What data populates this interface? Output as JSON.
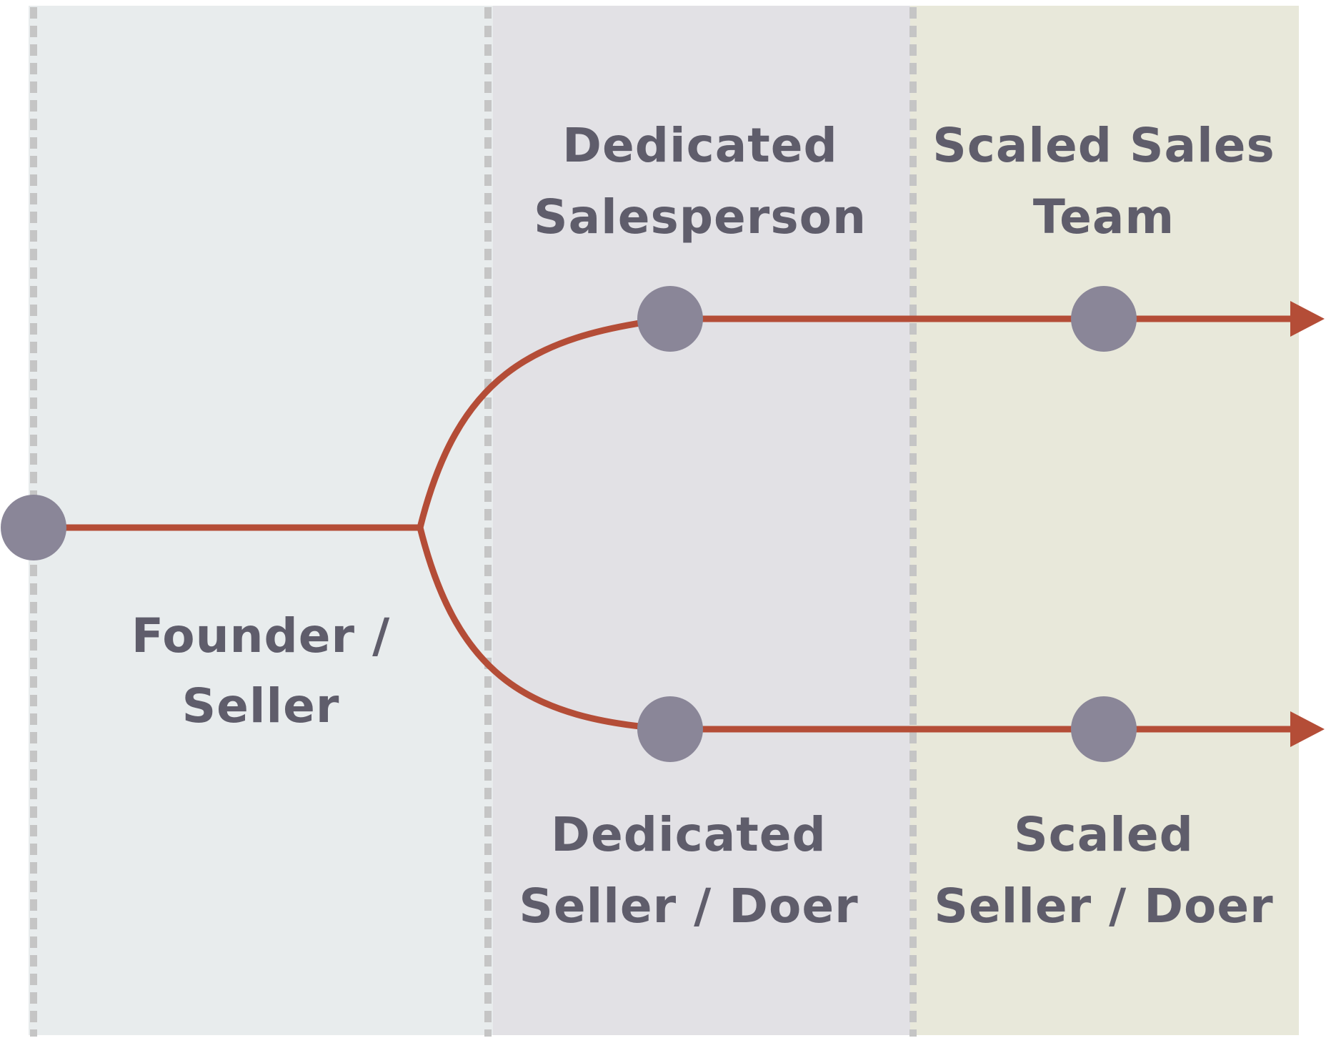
{
  "diagram": {
    "colors": {
      "stage1_bg": "#e8eced",
      "stage2_bg": "#e2e1e5",
      "stage3_bg": "#e8e8da",
      "divider": "#c5c5c5",
      "path": "#b44d37",
      "node": "#8a8698",
      "text": "#5f5d6b"
    },
    "labels": {
      "founder": [
        "Founder /",
        "Seller"
      ],
      "dedicated_salesperson": [
        "Dedicated",
        "Salesperson"
      ],
      "scaled_sales_team": [
        "Scaled Sales",
        "Team"
      ],
      "dedicated_seller_doer": [
        "Dedicated",
        "Seller / Doer"
      ],
      "scaled_seller_doer": [
        "Scaled",
        "Seller / Doer"
      ]
    }
  }
}
